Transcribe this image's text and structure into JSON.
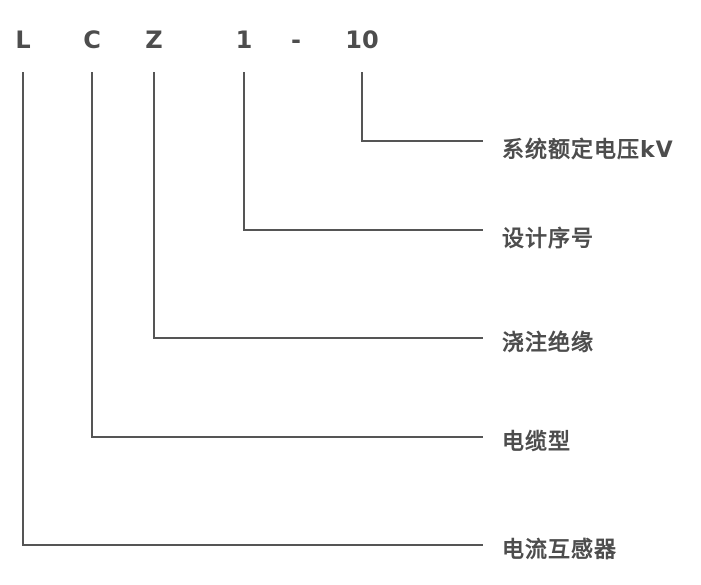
{
  "model_code": {
    "parts": [
      "L",
      "C",
      "Z",
      "1",
      "-",
      "10"
    ]
  },
  "meanings": [
    "系统额定电压kV",
    "设计序号",
    "浇注绝缘",
    "电缆型",
    "电流互感器"
  ],
  "colors": {
    "line": "#555555",
    "text": "#4d4d4d"
  }
}
